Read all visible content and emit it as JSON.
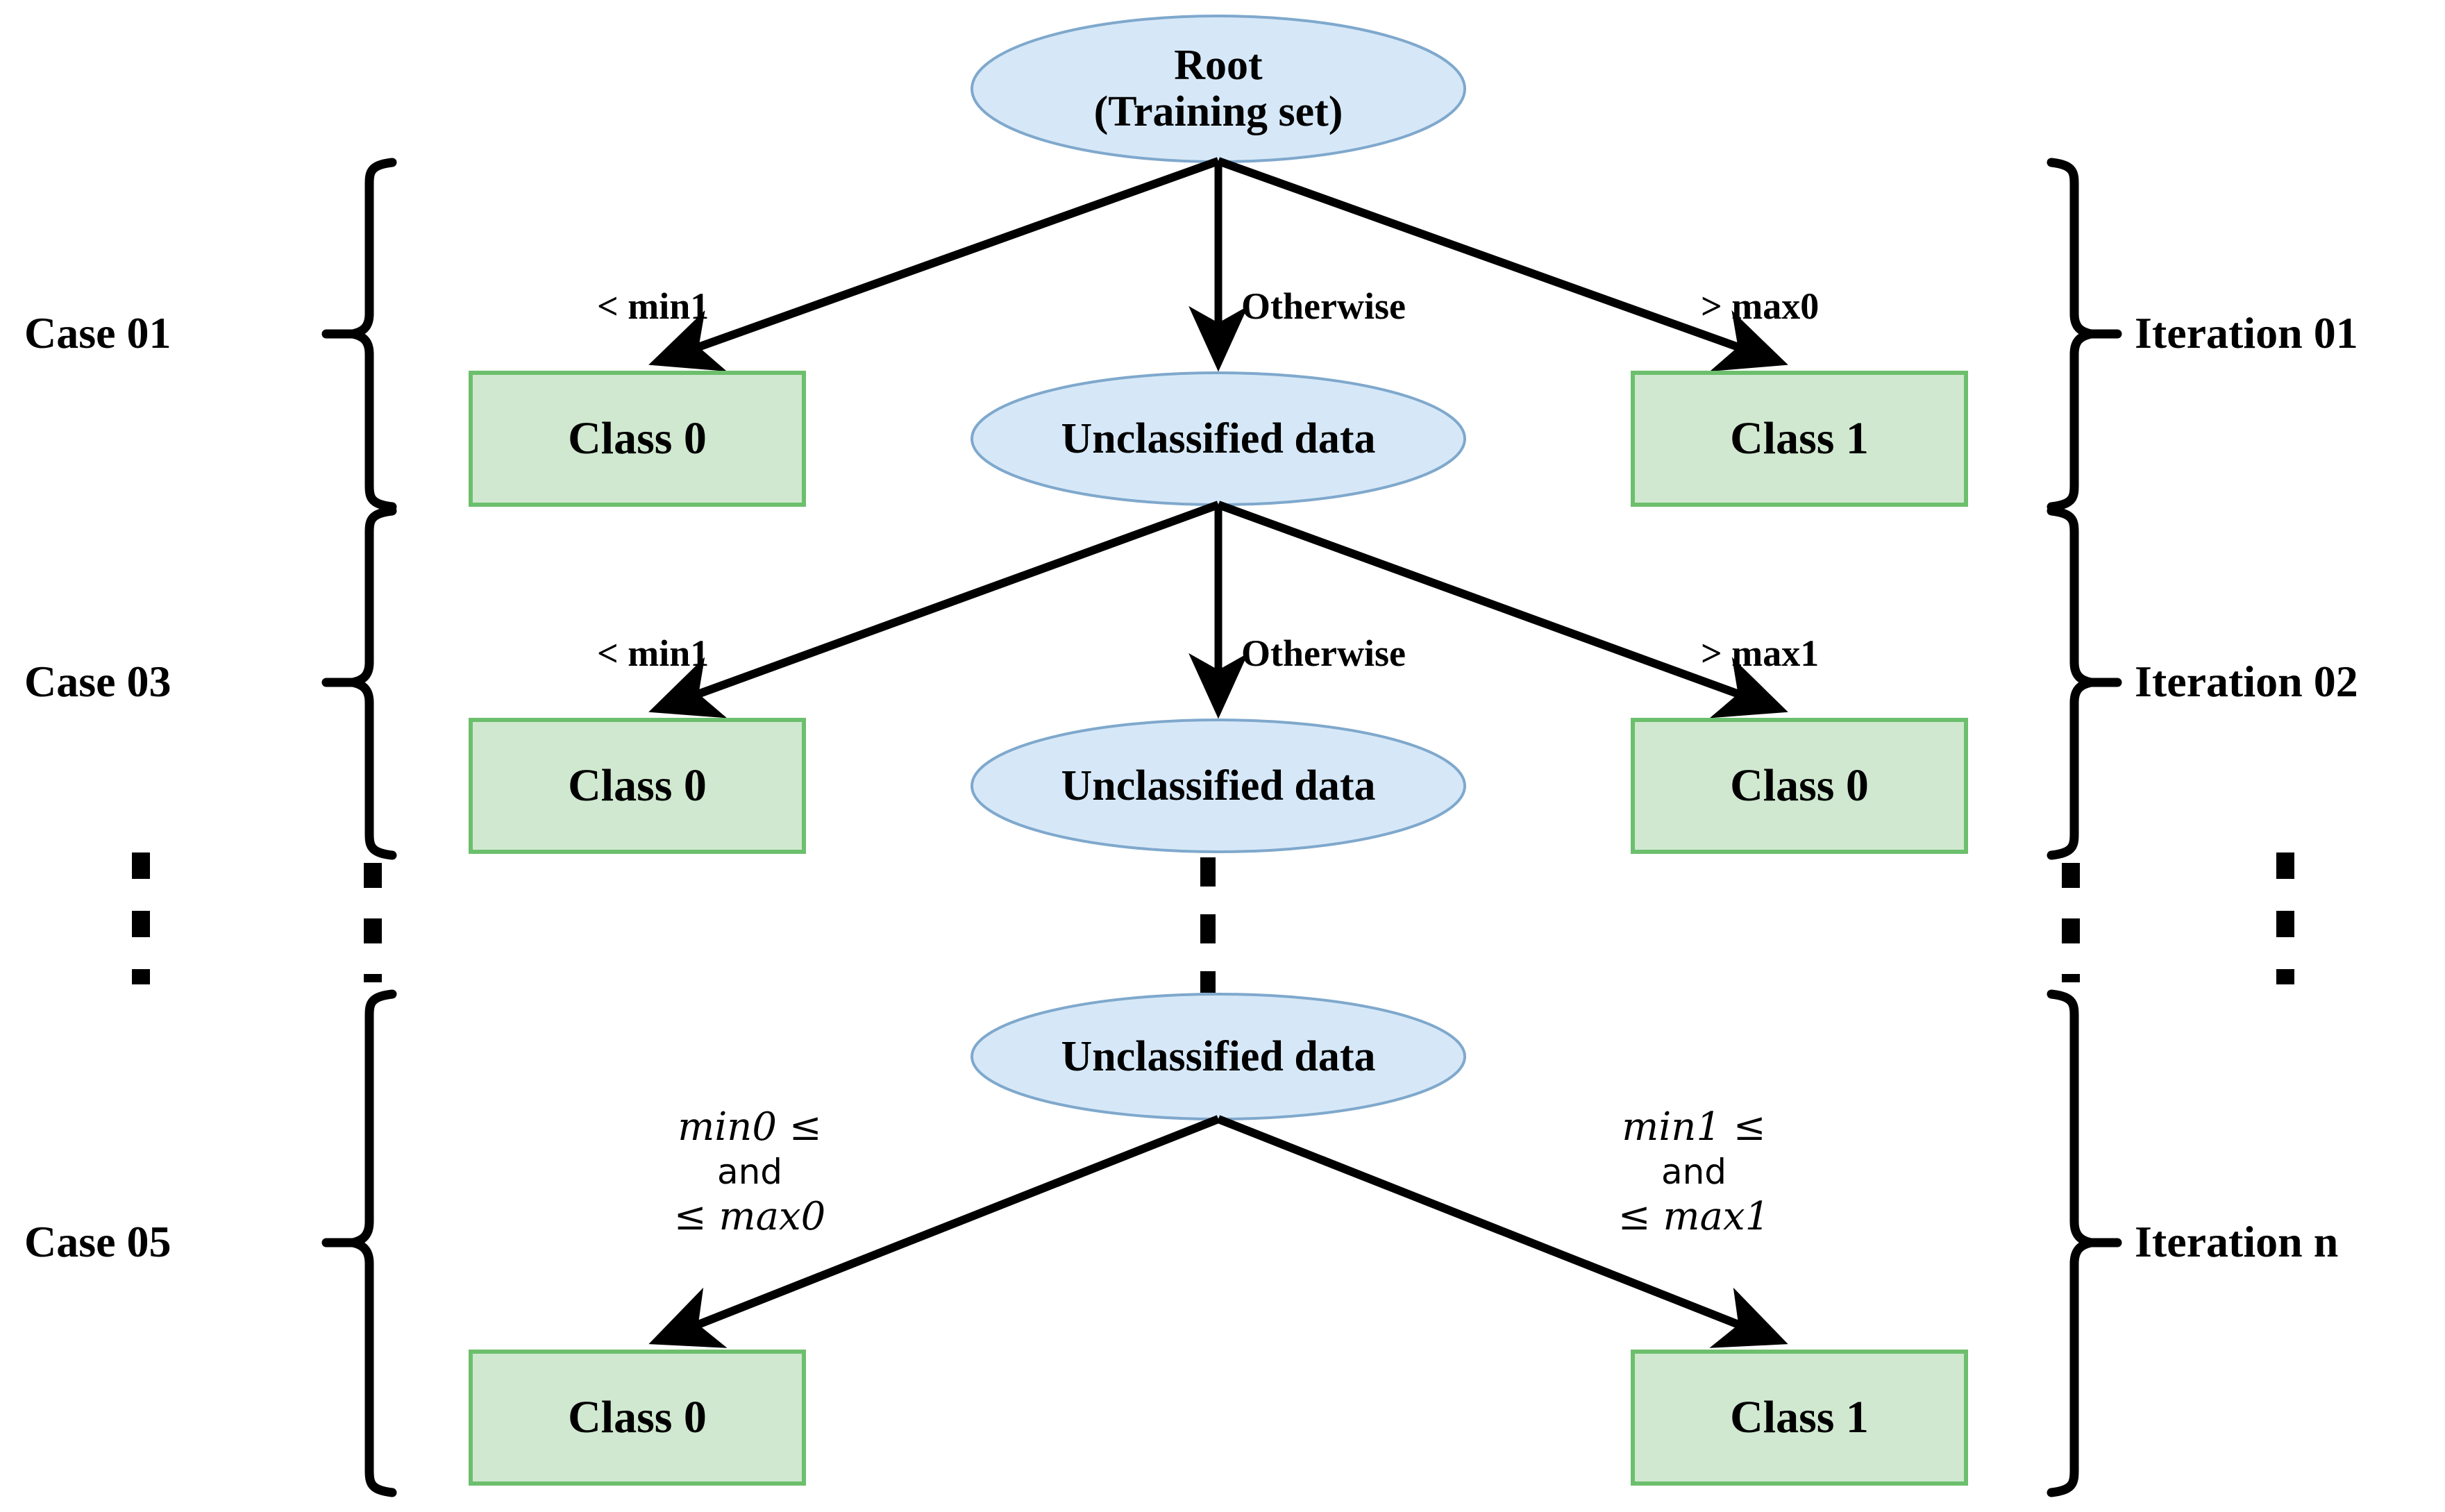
{
  "diagram": {
    "title": "Iterative decision tree classification flow",
    "colors": {
      "ellipse_fill": "#d6e8f8",
      "ellipse_stroke": "#7fa8cc",
      "box_fill": "#cfe8cf",
      "box_stroke": "#6cbf6c",
      "line": "#000000",
      "background": "#ffffff"
    },
    "root": {
      "line1": "Root",
      "line2": "(Training set)"
    },
    "levels": [
      {
        "case_label": "Case 01",
        "iteration_label": "Iteration 01",
        "edges": {
          "left": "< min1",
          "middle": "Otherwise",
          "right": "> max0"
        },
        "nodes": {
          "left": "Class 0",
          "middle": "Unclassified data",
          "right": "Class 1"
        }
      },
      {
        "case_label": "Case 03",
        "iteration_label": "Iteration 02",
        "edges": {
          "left": "< min1",
          "middle": "Otherwise",
          "right": "> max1"
        },
        "nodes": {
          "left": "Class 0",
          "middle": "Unclassified data",
          "right": "Class 0"
        }
      },
      {
        "case_label": "Case 05",
        "iteration_label": "Iteration n",
        "edges": {
          "left_line1": "min0 ≤",
          "left_line2": "and",
          "left_line3": "≤ max0",
          "right_line1": "min1 ≤",
          "right_line2": "and",
          "right_line3": "≤ max1"
        },
        "nodes": {
          "top": "Unclassified data",
          "left": "Class 0",
          "right": "Class 1"
        }
      }
    ],
    "ellipsis": {
      "glyph": "⋮",
      "left_case": "vertical-ellipsis",
      "left_brace": "vertical-ellipsis",
      "center": "vertical-ellipsis",
      "right_brace": "vertical-ellipsis",
      "right_iteration": "vertical-ellipsis"
    }
  }
}
